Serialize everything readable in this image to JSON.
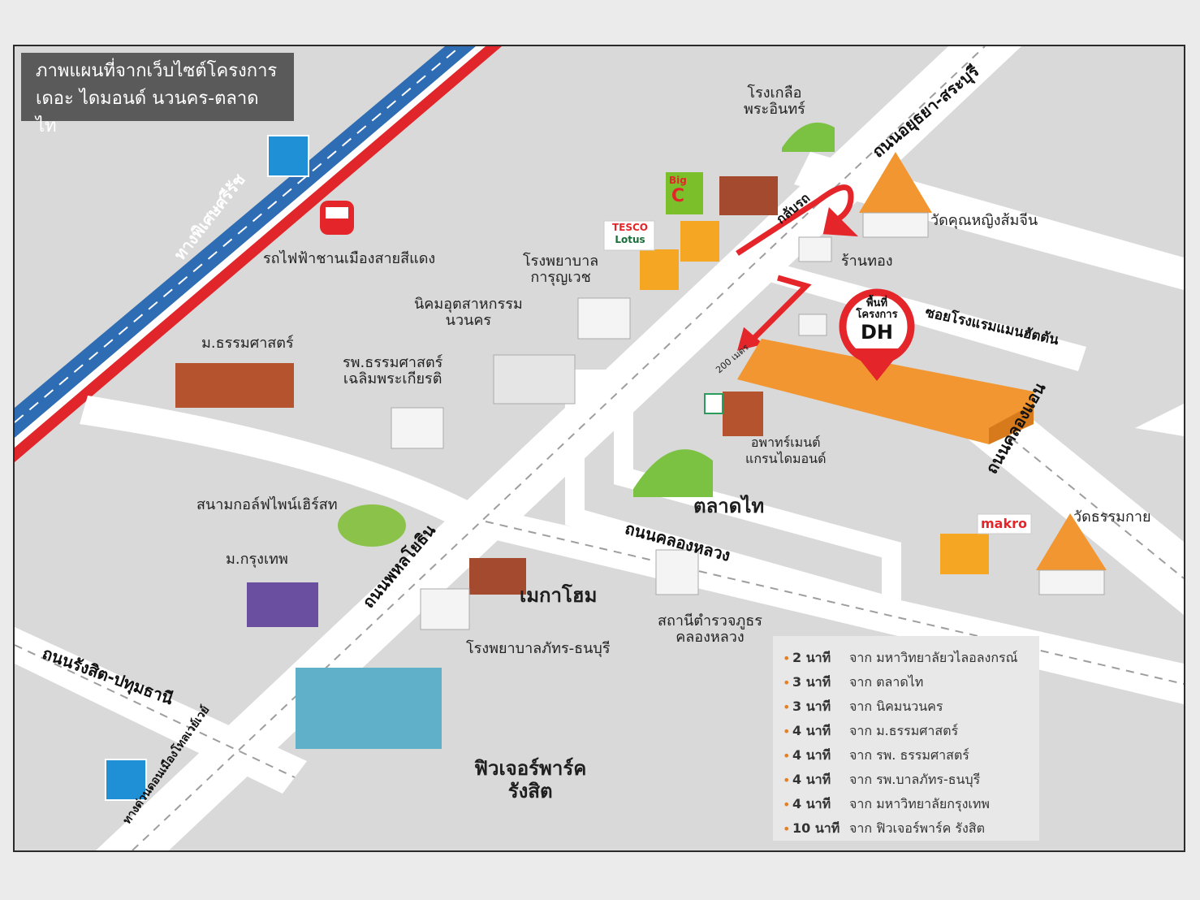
{
  "title": {
    "line1": "ภาพแผนที่จากเว็บไซต์โครงการ",
    "line2": "เดอะ ไดมอนด์ นวนคร-ตลาดไท"
  },
  "roads": {
    "expressway": "ทางพิเศษศรีรัช",
    "ayutthaya": "ถนนอยุธยา-สระบุรี",
    "phahonyothin": "ถนนพหลโยธิน",
    "khlong_luang": "ถนนคลองหลวง",
    "khlong_aen": "ถนนคลองแอน",
    "soi": "ซอยโรงแรมแมนฮัตตัน",
    "rangsit": "ถนนรังสิต-ปทุมธานี",
    "tollway": "ทางด่วนดอนเมืองโทลเวย์เวย์",
    "u_turn": "กลับรถ",
    "distance": "200 เมตร"
  },
  "places": {
    "salt_factory": "โรงเกลือ\nพระอินทร์",
    "wat_khun_ying": "วัดคุณหญิงส้มจีน",
    "gold_shop": "ร้านทอง",
    "red_line": "รถไฟฟ้าชานเมืองสายสีแดง",
    "karunyavej": "โรงพยาบาล\nการุญเวช",
    "navanakorn": "นิคมอุตสาหกรรม\nนวนคร",
    "thammasat_u": "ม.ธรรมศาสตร์",
    "thammasat_hosp": "รพ.ธรรมศาสตร์\nเฉลิมพระเกียรติ",
    "apartment": "อพาทร์เมนต์\nแกรนไดมอนด์",
    "talad_thai": "ตลาดไท",
    "golf": "สนามกอล์ฟไพน์เฮิร์สท",
    "bangkok_u": "ม.กรุงเทพ",
    "mega_home": "เมกาโฮม",
    "patrathonburi": "โรงพยาบาลภัทร-ธนบุรี",
    "police": "สถานีตำรวจภูธร\nคลองหลวง",
    "wat_dhammakaya": "วัดธรรมกาย",
    "future_park": "ฟิวเจอร์พาร์ค\nรังสิต"
  },
  "brands": {
    "big_c_letters": "Big",
    "big_c_c": "C",
    "tesco": "TESCO",
    "lotus": "Lotus",
    "makro": "makro"
  },
  "project_pin": {
    "line1": "พื้นที่",
    "line2": "โครงการ",
    "code": "DH"
  },
  "legend": [
    {
      "mins": "2 นาที",
      "from": "จาก มหาวิทยาลัยวไลอลงกรณ์"
    },
    {
      "mins": "3 นาที",
      "from": "จาก ตลาดไท"
    },
    {
      "mins": "3 นาที",
      "from": "จาก นิคมนวนคร"
    },
    {
      "mins": "4 นาที",
      "from": "จาก ม.ธรรมศาสตร์"
    },
    {
      "mins": "4 นาที",
      "from": "จาก รพ. ธรรมศาสตร์"
    },
    {
      "mins": "4 นาที",
      "from": "จาก รพ.บาลภัทร-ธนบุรี"
    },
    {
      "mins": "4 นาที",
      "from": "จาก มหาวิทยาลัยกรุงเทพ"
    },
    {
      "mins": "10 นาที",
      "from": "จาก ฟิวเจอร์พาร์ค รังสิต"
    }
  ],
  "colors": {
    "road": "#ffffff",
    "ground": "#d9d9d9",
    "expressway_blue": "#2e6db4",
    "expressway_red": "#e0262b",
    "project_orange": "#f29631",
    "pin_red": "#e4262b",
    "motorway_sign": "#1f8fd6"
  },
  "icons": [
    "motorway-sign-icon",
    "train-icon",
    "hospital-icon",
    "temple-icon",
    "house-icon",
    "shop-icon",
    "warehouse-icon",
    "map-pin-icon"
  ]
}
